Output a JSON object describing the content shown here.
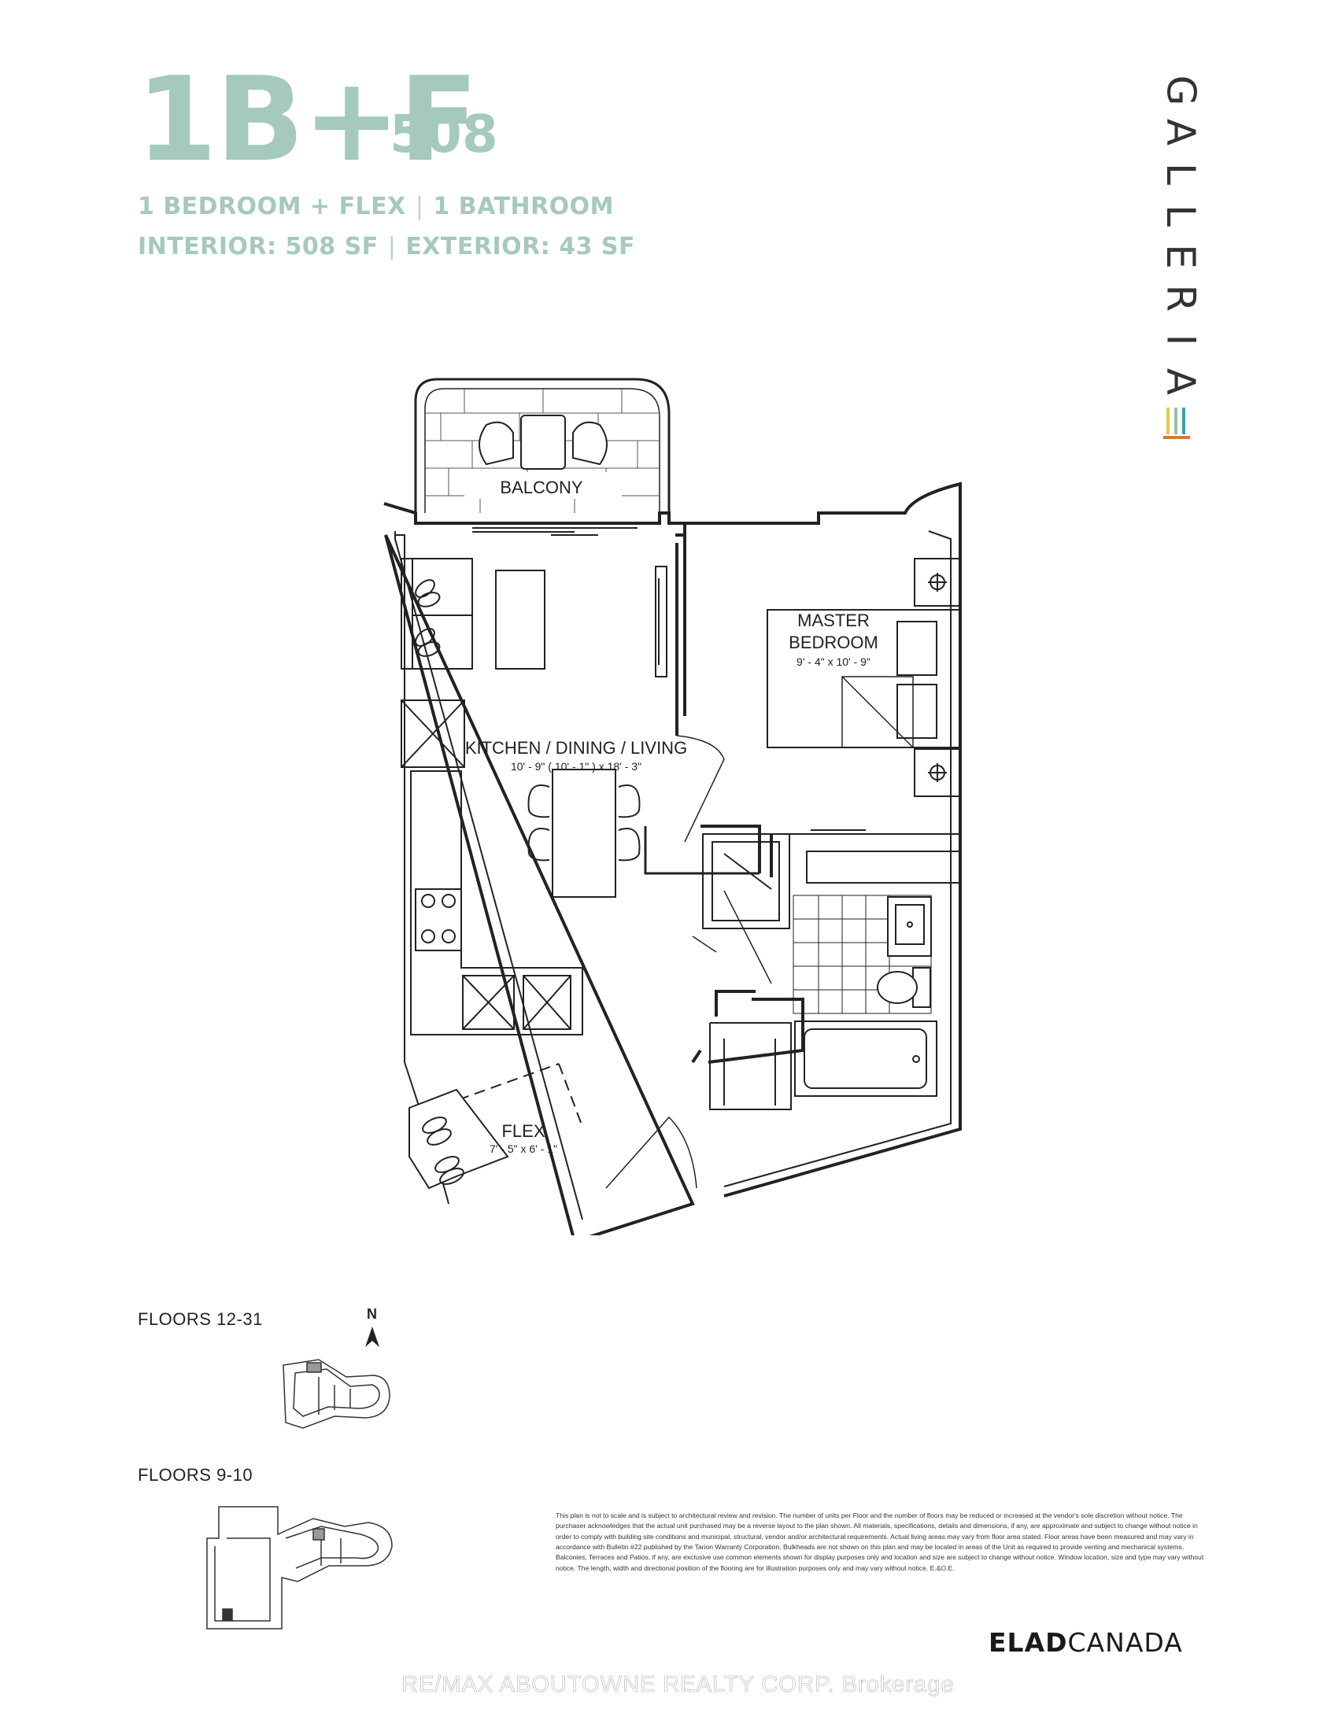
{
  "header": {
    "unit_code": "1B+F",
    "unit_number": "508",
    "line1_left": "1 BEDROOM + FLEX",
    "line1_right": "1 BATHROOM",
    "line2_left": "INTERIOR: 508 SF",
    "line2_right": "EXTERIOR: 43 SF"
  },
  "brand": {
    "name": "GALLERIA",
    "stripe_colors": [
      "#e6c84a",
      "#8cc7a4",
      "#2aa7b3",
      "#d37a3a"
    ]
  },
  "rooms": {
    "balcony": "BALCONY",
    "master_line1": "MASTER",
    "master_line2": "BEDROOM",
    "master_dims": "9' - 4\" x 10' - 9\"",
    "kdl": "KITCHEN / DINING / LIVING",
    "kdl_dims": "10' - 9\" ( 10' - 1\" ) x 18' - 3\"",
    "flex": "FLEX",
    "flex_dims": "7' - 5\" x 6' - 1\""
  },
  "keyplans": {
    "north": "N",
    "upper_label": "FLOORS 12-31",
    "lower_label": "FLOORS 9-10"
  },
  "disclaimer": "This plan is not to scale and is subject to architectural review and revision. The number of units per Floor and the number of floors may be reduced or increased at the vendor's sole discretion without notice. The purchaser acknowledges that the actual unit purchased may be a reverse layout to the plan shown. All materials, specifications, details and dimensions, if any, are approximate and subject to change without notice in order to comply with building site conditions and municipal, structural, vendor and/or architectural requirements. Actual living areas may vary from floor area stated. Floor areas have been measured and may vary in accordance with Bulletin #22 published by the Tarion Warranty Corporation. Bulkheads are not shown on this plan and may be located in areas of the Unit as required to provide venting and mechanical systems. Balconies, Terraces and Patios, if any, are exclusive use common elements shown for display purposes only and location and size are subject to change without notice. Window location, size and type may vary without notice. The length, width and directional position of the flooring are for illustration purposes only and may vary without notice. E.&O.E.",
  "developer": {
    "bold": "ELAD",
    "light": "CANADA"
  },
  "watermark": "RE/MAX ABOUTOWNE REALTY CORP. Brokerage"
}
